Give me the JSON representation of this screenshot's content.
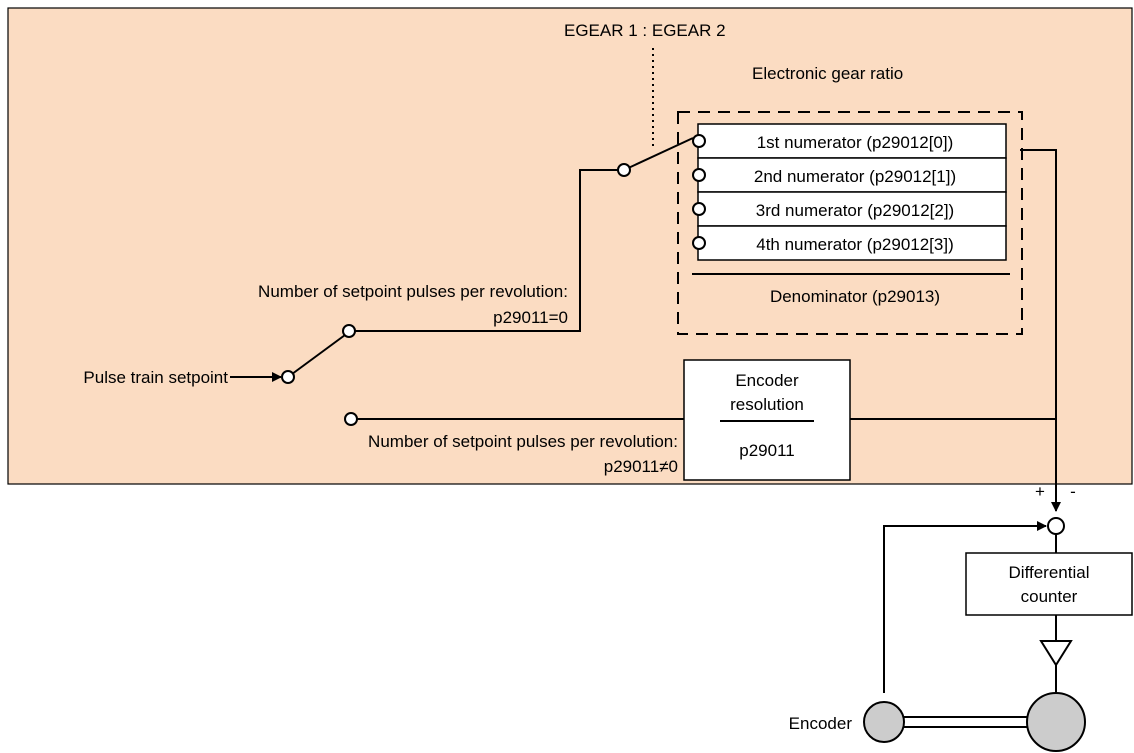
{
  "colors": {
    "panel_fill": "#fbdcc2",
    "line": "#000000",
    "box_fill": "#ffffff",
    "encoder_fill": "#cccccc"
  },
  "labels": {
    "egear": "EGEAR 1 : EGEAR 2",
    "gear_ratio_title": "Electronic gear ratio",
    "numerators": [
      "1st numerator (p29012[0])",
      "2nd numerator (p29012[1])",
      "3rd numerator (p29012[2])",
      "4th numerator (p29012[3])"
    ],
    "denominator": "Denominator (p29013)",
    "pulses_per_rev_label": "Number of setpoint pulses per revolution:",
    "pulses_zero": "p29011=0",
    "pulses_nonzero": "p29011≠0",
    "pulse_train_setpoint": "Pulse train setpoint",
    "encoder_resolution_line1": "Encoder",
    "encoder_resolution_line2": "resolution",
    "encoder_resolution_param": "p29011",
    "plus": "+",
    "minus": "-",
    "differential_line1": "Differential",
    "differential_line2": "counter",
    "encoder": "Encoder"
  }
}
